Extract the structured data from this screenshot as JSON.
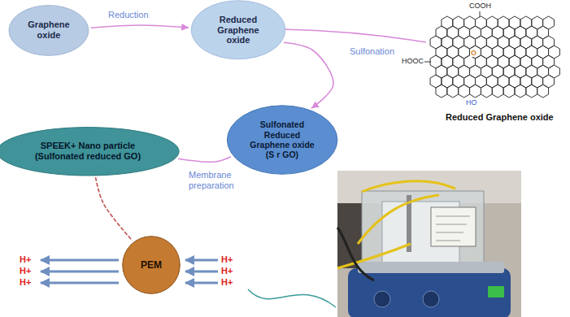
{
  "diagram": {
    "nodes": [
      {
        "text": [
          "Graphene oxide"
        ]
      },
      {
        "text": [
          "Reduced Graphene oxide"
        ]
      },
      {
        "text": [
          "Sulfonated Reduced Graphene oxide (S r GO)"
        ]
      },
      {
        "text": [
          "SPEEK+ Nano particle (Sulfonated reduced GO)"
        ]
      },
      {
        "text": [
          "PEM"
        ]
      }
    ],
    "edges": [
      {
        "from": 0,
        "to": 1,
        "label": "Reduction",
        "arrow": "to"
      },
      {
        "from": 1,
        "to": 2,
        "label": "Sulfonation",
        "arrow": "to"
      },
      {
        "from": 2,
        "to": 3,
        "label": "Membrane preparation",
        "arrow": "none"
      },
      {
        "from": 3,
        "to": 4,
        "arrow": "none"
      }
    ],
    "labels": [
      "COOH",
      "HOOC",
      "O",
      "HO",
      "Reduced Graphene oxide",
      "H+",
      "H+",
      "H+",
      "H+",
      "H+",
      "H+"
    ]
  }
}
